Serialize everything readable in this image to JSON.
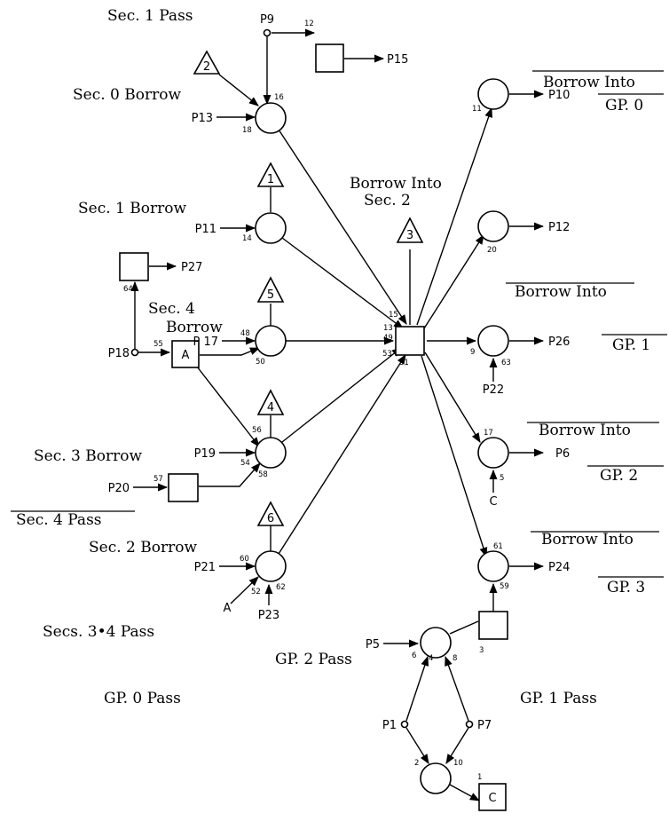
{
  "diagram_title_labels": {
    "sec1_pass": "Sec. 1  Pass",
    "sec0_borrow": "Sec. 0  Borrow",
    "sec1_borrow": "Sec. 1 Borrow",
    "sec4_borrow_a": "Sec. 4",
    "sec4_borrow_b": "Borrow",
    "sec3_borrow": "Sec. 3  Borrow",
    "sec4_pass": "Sec. 4  Pass",
    "sec2_borrow": "Sec. 2  Borrow",
    "secs34_pass": "Secs. 3•4  Pass",
    "gp0_pass": "GP. 0  Pass",
    "borrow_into_sec2_a": "Borrow Into",
    "borrow_into_sec2_b": "Sec. 2",
    "gp2_pass": "GP. 2 Pass",
    "gp1_pass": "GP. 1  Pass",
    "borrow_into_1": "Borrow Into",
    "gp0": "GP. 0",
    "borrow_into_2": "Borrow  Into",
    "gp1": "GP. 1",
    "borrow_into_3": "Borrow  Into",
    "gp2": "GP. 2",
    "borrow_into_4": "Borrow  Into",
    "gp3": "GP. 3"
  },
  "places": {
    "p9": "P9",
    "p15": "P15",
    "p13": "P13",
    "p11": "P11",
    "p27": "P27",
    "p17": "P 17",
    "p18": "P18",
    "p19": "P19",
    "p20": "P20",
    "p21": "P21",
    "p23": "P23",
    "p10": "P10",
    "p12": "P12",
    "p26": "P26",
    "p22": "P22",
    "p6": "P6",
    "p24": "P24",
    "p5": "P5",
    "p1": "P1",
    "p7": "P7"
  },
  "symbols": {
    "tri2": "2",
    "tri1": "1",
    "tri5": "5",
    "tri4": "4",
    "tri6": "6",
    "tri3": "3",
    "box_a": "A",
    "box_c": "C",
    "in_a": "A",
    "in_c": "C"
  },
  "arc_numbers": {
    "n12": "12",
    "n16": "16",
    "n18": "18",
    "n14": "14",
    "n64": "64",
    "n48": "48",
    "n50": "50",
    "n55": "55",
    "n56": "56",
    "n54": "54",
    "n58": "58",
    "n57": "57",
    "n60": "60",
    "n52": "52",
    "n62": "62",
    "n15": "15",
    "n13": "13",
    "n49": "49",
    "n53": "53",
    "n51": "51",
    "n11": "11",
    "n20": "20",
    "n9": "9",
    "n63": "63",
    "n17": "17",
    "n5": "5",
    "n61": "61",
    "n59": "59",
    "n3": "3",
    "n6": "6",
    "n4": "4",
    "n8": "8",
    "n2": "2",
    "n10": "10",
    "n1": "1"
  }
}
